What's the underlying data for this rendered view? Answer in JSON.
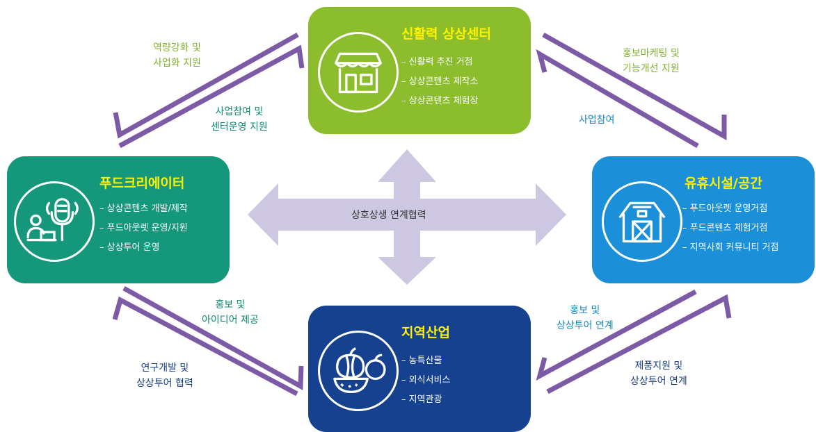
{
  "center_label": "상호상생 연계협력",
  "nodes": {
    "top": {
      "title": "신활력 상상센터",
      "items": [
        "신활력 추진 거점",
        "상상콘텐츠 제작소",
        "상상콘텐츠 체험장"
      ],
      "icon": "storefront-icon",
      "color": "#8cbd2c"
    },
    "left": {
      "title": "푸드크리에이터",
      "items": [
        "상상콘텐츠 개발/제작",
        "푸드아웃렛 운영/지원",
        "상상투어 운영"
      ],
      "icon": "podcast-creator-icon",
      "color": "#14977a"
    },
    "right": {
      "title": "유휴시설/공간",
      "items": [
        "푸드아웃렛 운영거점",
        "푸드콘텐츠 체험거점",
        "지역사회 커뮤니티 거점"
      ],
      "icon": "barn-icon",
      "color": "#1b8fd8"
    },
    "bottom": {
      "title": "지역산업",
      "items": [
        "농특산물",
        "외식서비스",
        "지역관광"
      ],
      "icon": "fruit-icon",
      "color": "#15418f"
    }
  },
  "flows": {
    "top_left_outer": [
      "역량강화 및",
      "사업화 지원"
    ],
    "top_left_inner": [
      "사업참여 및",
      "센터운영 지원"
    ],
    "top_right_outer": [
      "홍보마케팅 및",
      "기능개선 지원"
    ],
    "top_right_inner": [
      "사업참여"
    ],
    "bottom_left_inner": [
      "홍보 및",
      "아이디어 제공"
    ],
    "bottom_left_outer": [
      "연구개발 및",
      "상상투어 협력"
    ],
    "bottom_right_inner": [
      "홍보 및",
      "상상투어 연계"
    ],
    "bottom_right_outer": [
      "제품지원 및",
      "상상투어 연계"
    ]
  },
  "colors": {
    "flow_arrow": "#7d5aa6",
    "center_arrow": "#cdc7e2",
    "title_text": "#fff200"
  }
}
